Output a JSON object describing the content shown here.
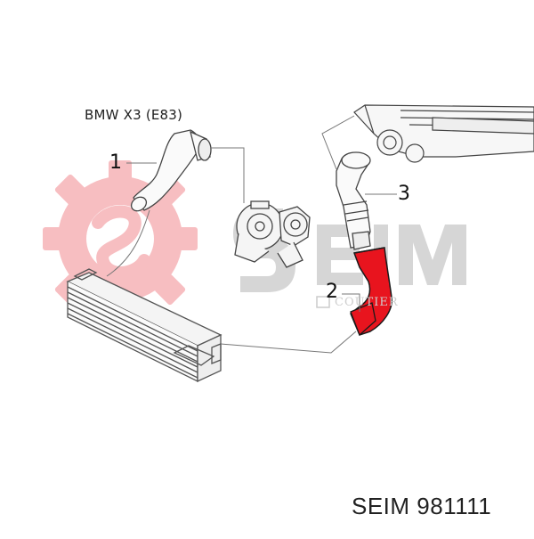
{
  "diagram": {
    "title": "BMW X3 (E83)",
    "callouts": [
      {
        "id": "1",
        "label": "1"
      },
      {
        "id": "2",
        "label": "2"
      },
      {
        "id": "3",
        "label": "3"
      }
    ],
    "watermark": {
      "brand_text": "Seim",
      "sub_text": "COUTIER",
      "color": "#f2a0a6"
    },
    "highlight_color": "#e8141e"
  },
  "footer": {
    "part_label": "SEIM 981111"
  },
  "icons": [
    "seim-gear-logo-icon",
    "turbocharger-icon",
    "intercooler-icon",
    "engine-intake-icon"
  ]
}
